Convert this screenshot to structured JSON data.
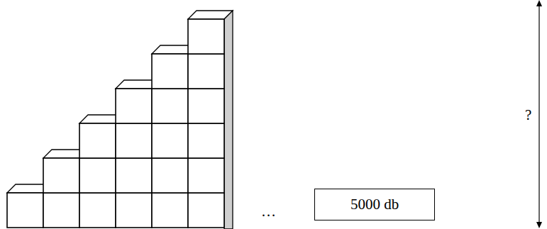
{
  "diagram": {
    "nodes": [
      {
        "text": [
          "5000 db"
        ]
      }
    ],
    "labels": [
      "…",
      "?"
    ]
  }
}
